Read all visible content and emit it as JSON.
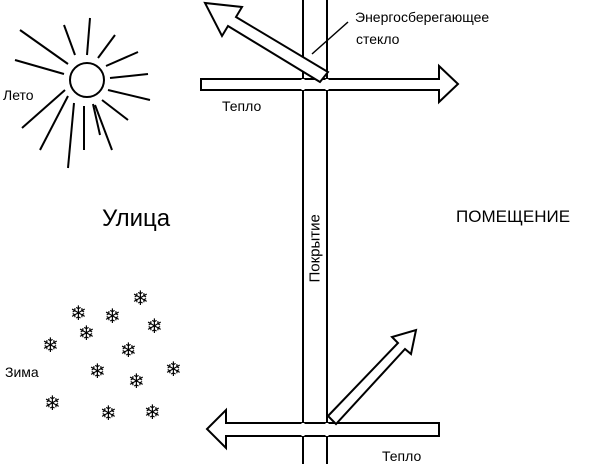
{
  "labels": {
    "summer": "Лето",
    "winter": "Зима",
    "street": "Улица",
    "room": "ПОМЕЩЕНИЕ",
    "heat_top": "Тепло",
    "heat_bottom": "Тепло",
    "glass_line1": "Энергосберегающее",
    "glass_line2": "стекло",
    "coating": "Покрытие"
  },
  "icons": {
    "sun": "sun-icon",
    "snowflake": "snowflake-icon"
  },
  "colors": {
    "stroke": "#000000",
    "background": "#ffffff"
  }
}
